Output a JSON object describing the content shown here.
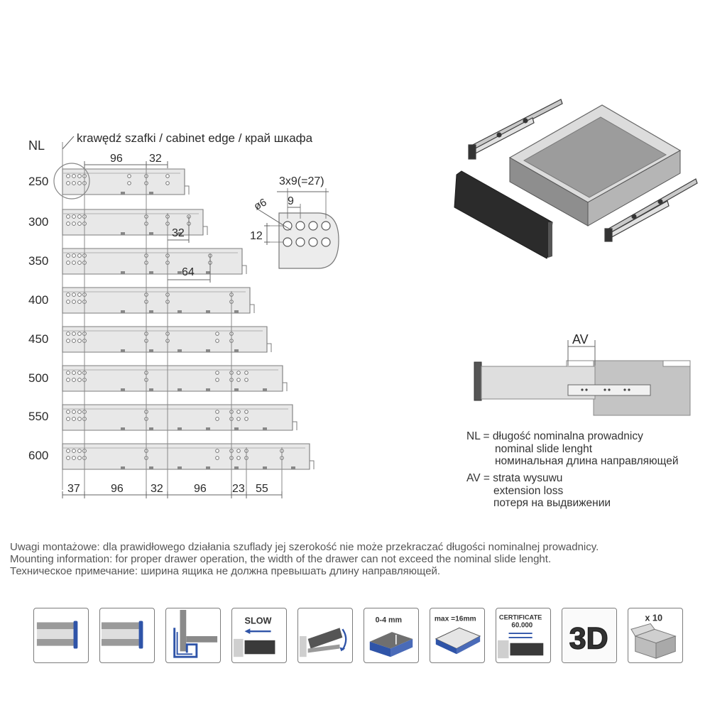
{
  "header": {
    "nl_label": "NL",
    "cabinet_edge": "krawędź szafki / cabinet edge / край шкафа"
  },
  "lengths": [
    "250",
    "300",
    "350",
    "400",
    "450",
    "500",
    "550",
    "600"
  ],
  "dimensions": {
    "top_96": "96",
    "top_32": "32",
    "step_32": "32",
    "step_64": "64",
    "bottom": [
      "37",
      "96",
      "32",
      "96",
      "23",
      "55"
    ]
  },
  "hole_detail": {
    "spacing": "3x9(=27)",
    "pitch": "9",
    "diameter": "ø6",
    "height": "12"
  },
  "av_label": "AV",
  "legend": {
    "nl_line1": "NL = długość nominalna prowadnicy",
    "nl_line2": "nominal slide lenght",
    "nl_line3": "номинальная длина направляющей",
    "av_line1": "AV = strata wysuwu",
    "av_line2": "extension loss",
    "av_line3": "потеря на выдвижении"
  },
  "notes": {
    "pl": "Uwagi montażowe: dla prawidłowego działania szuflady jej szerokość nie może przekraczać długości nominalnej prowadnicy.",
    "en": "Mounting information: for proper drawer operation, the width of the drawer can not exceed the nominal slide lenght.",
    "ru": "Техническое примечание: ширина ящика не должна превышать длину направляющей."
  },
  "icons": {
    "slow": "SLOW",
    "range": "0-4 mm",
    "max": "max =16mm",
    "certificate": "CERTIFICATE",
    "certificate_count": "60.000",
    "three_d": "3D",
    "pack": "x 10"
  },
  "colors": {
    "accent_blue": "#2f54a8",
    "line_gray": "#8a8a8a",
    "rail_fill": "#e6e6e6",
    "text": "#2a2a2a"
  }
}
